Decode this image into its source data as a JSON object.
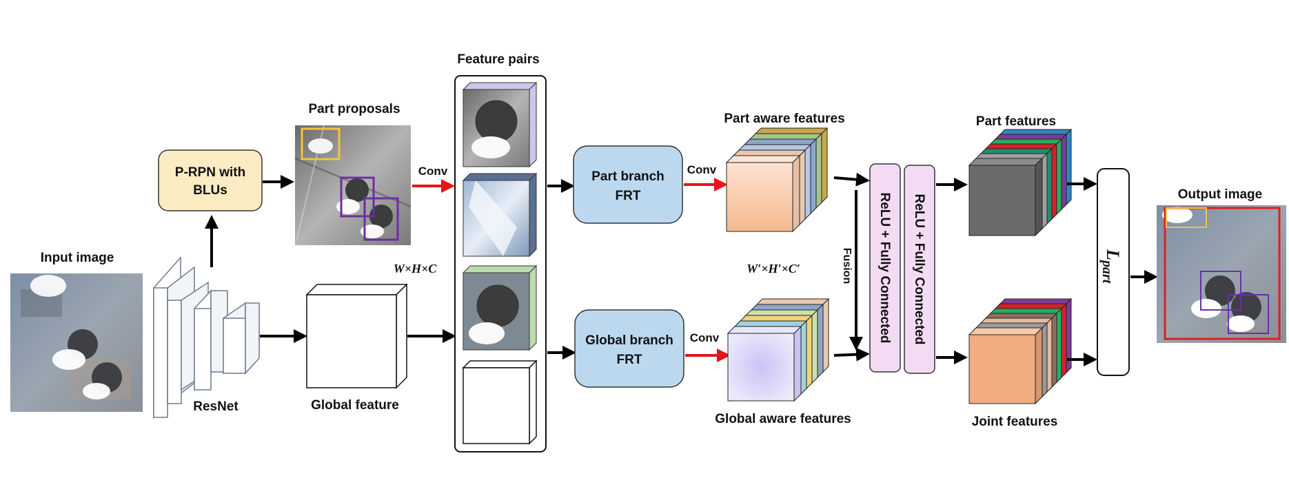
{
  "labels": {
    "input_image": "Input image",
    "resnet": "ResNet",
    "prpn_line1": "P-RPN with",
    "prpn_line2": "BLUs",
    "part_proposals": "Part proposals",
    "global_feature": "Global feature",
    "whc": "W×H×C",
    "feature_pairs": "Feature pairs",
    "conv": "Conv",
    "part_branch_line1": "Part branch",
    "part_branch_line2": "FRT",
    "global_branch_line1": "Global branch",
    "global_branch_line2": "FRT",
    "part_aware_features": "Part aware features",
    "global_aware_features": "Global aware features",
    "whc_prime": "W′×H′×C′",
    "fusion": "Fusion",
    "relu_fc": "ReLU + Fully Connected",
    "part_features": "Part features",
    "joint_features": "Joint features",
    "loss_L": "L",
    "loss_sub": "part",
    "output_image": "Output image"
  },
  "colors": {
    "arrow": "#000000",
    "conv_arrow": "#e8141a",
    "prpn_fill": "#fcecc4",
    "frt_fill": "#bcd8ef",
    "relu_fill": "#f3dcf3",
    "proposal_yellow": "#f5c242",
    "proposal_purple": "#6b2fa3",
    "output_red": "#e02020",
    "part_aware_front": "#f6c7a6",
    "global_aware_front": "#d7d5f7",
    "part_feature_front": "#6b6b6b",
    "joint_feature_front": "#f2ac80"
  }
}
